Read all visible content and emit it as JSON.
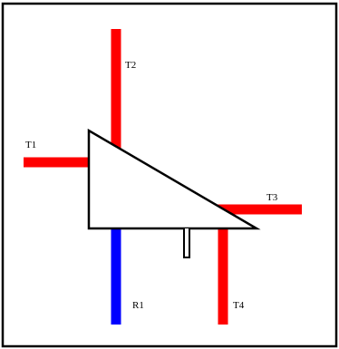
{
  "colors": {
    "frame": "#000000",
    "background": "#ffffff",
    "terminal_red": "#ff0000",
    "terminal_blue": "#0000ff",
    "body_fill": "#ffffff",
    "outline": "#000000"
  },
  "terminals": {
    "t1": {
      "label": "T1"
    },
    "t2": {
      "label": "T2"
    },
    "t3": {
      "label": "T3"
    },
    "t4": {
      "label": "T4"
    },
    "r1": {
      "label": "R1"
    }
  }
}
